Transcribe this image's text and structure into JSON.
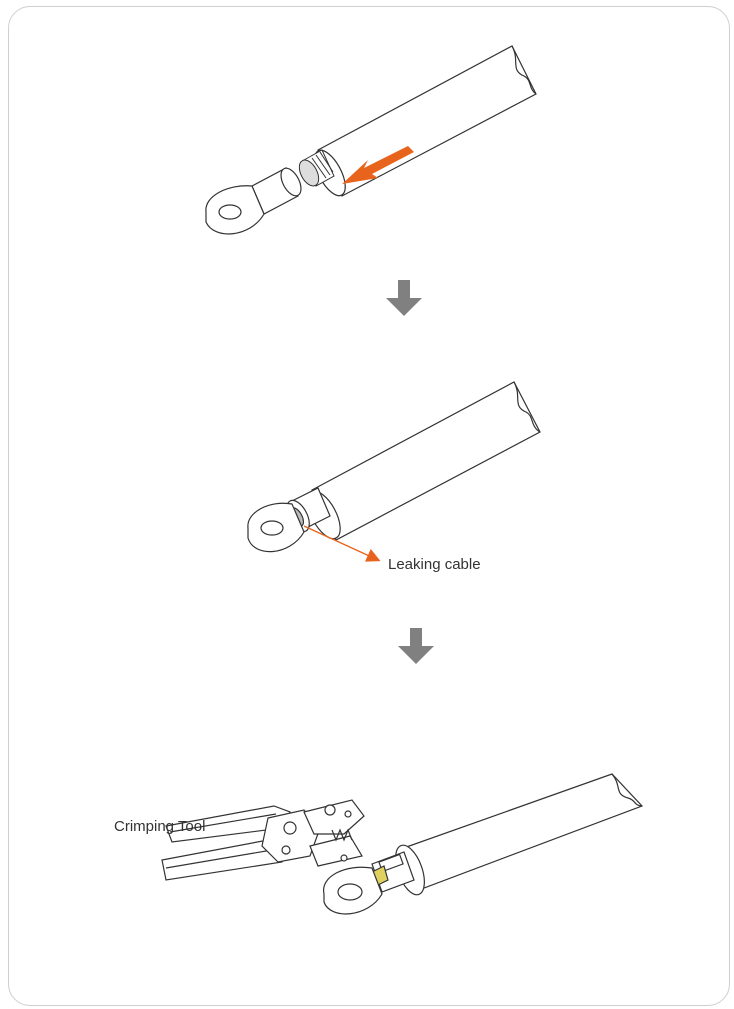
{
  "labels": {
    "leaking_cable": "Leaking cable",
    "crimping_tool": "Crimping Tool"
  },
  "colors": {
    "accent_arrow": "#e8641c",
    "step_arrow": "#808080",
    "line": "#333333",
    "frame": "#cfcfcf"
  },
  "steps": [
    {
      "name": "insert-stripped-cable-into-terminal",
      "icon": "cable-with-ring-terminal-separate"
    },
    {
      "name": "terminal-on-cable",
      "icon": "cable-with-ring-terminal-attached"
    },
    {
      "name": "crimp-terminal",
      "icon": "crimping-tool-and-cable"
    }
  ]
}
